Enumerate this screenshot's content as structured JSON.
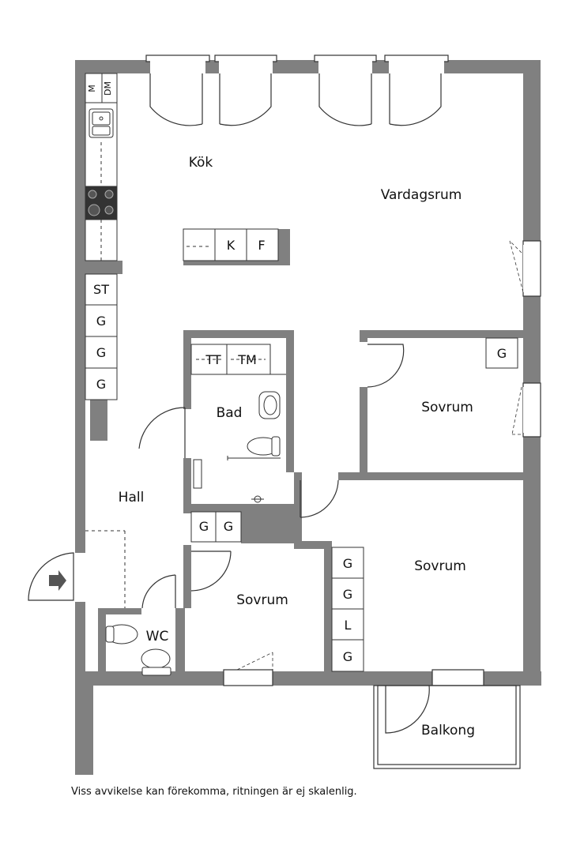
{
  "rooms": {
    "kok": "Kök",
    "vardagsrum": "Vardagsrum",
    "bad": "Bad",
    "hall": "Hall",
    "sovrum_right_upper": "Sovrum",
    "sovrum_right_lower": "Sovrum",
    "sovrum_middle": "Sovrum",
    "wc": "WC",
    "balkong": "Balkong"
  },
  "appliances": {
    "microwave": "M",
    "dishwasher": "DM",
    "island_k": "K",
    "island_f": "F",
    "tt": "TT",
    "tm": "TM"
  },
  "storage": {
    "kitchen_st": "ST",
    "kitchen_g1": "G",
    "kitchen_g2": "G",
    "kitchen_g3": "G",
    "bath_g1": "G",
    "bath_g2": "G",
    "sovrum_upper_g": "G",
    "sovrum_lower_g1": "G",
    "sovrum_lower_g2": "G",
    "sovrum_lower_l": "L",
    "sovrum_lower_g3": "G"
  },
  "disclaimer": "Viss avvikelse kan förekomma, ritningen är ej skalenlig.",
  "colors": {
    "wall": "#808080",
    "line": "#333333",
    "background": "#ffffff"
  }
}
